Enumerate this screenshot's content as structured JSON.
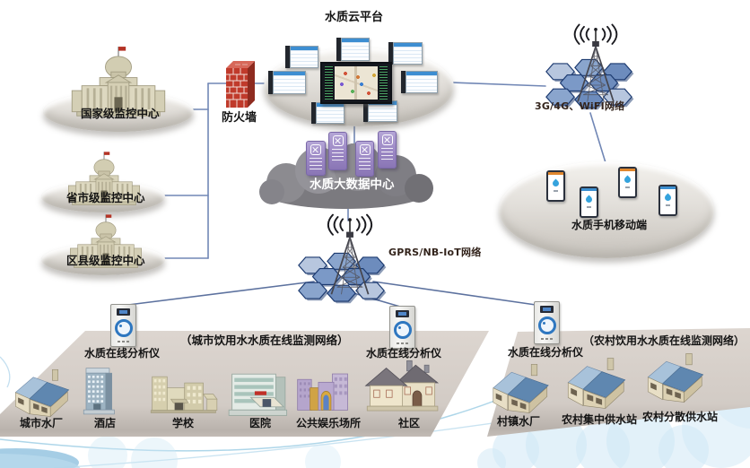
{
  "diagram_title": "水质云平台",
  "cloud_platform": {
    "label": "水质云平台"
  },
  "firewall": {
    "label": "防火墙"
  },
  "monitoring_centers": [
    {
      "label": "国家级监控中心"
    },
    {
      "label": "省市级监控中心"
    },
    {
      "label": "区县级监控中心"
    }
  ],
  "big_data_center": {
    "label": "水质大数据中心"
  },
  "wifi_network": {
    "label": "3G/4G、WiFI网络"
  },
  "gprs_network": {
    "label": "GPRS/NB-IoT网络"
  },
  "mobile_terminal": {
    "label": "水质手机移动端"
  },
  "urban_network": {
    "title": "（城市饮用水水质在线监测网络）",
    "analyzers": [
      "水质在线分析仪",
      "水质在线分析仪"
    ],
    "sites": [
      {
        "label": "城市水厂"
      },
      {
        "label": "酒店"
      },
      {
        "label": "学校"
      },
      {
        "label": "医院"
      },
      {
        "label": "公共娱乐场所"
      },
      {
        "label": "社区"
      }
    ]
  },
  "rural_network": {
    "title": "（农村饮用水水质在线监测网络）",
    "analyzer": "水质在线分析仪",
    "sites": [
      {
        "label": "村镇水厂"
      },
      {
        "label": "农村集中供水站"
      },
      {
        "label": "农村分散供水站"
      }
    ]
  },
  "colors": {
    "connector_line": "#7187b5",
    "hexagon_cell": "#6d8cbd",
    "firewall_red": "#c03a2b",
    "server_purple": "#9b87c4",
    "droplet_blue": "#35a3dd",
    "big_data_cloud": "#75747a",
    "platform_gray": "#d0c9c3"
  }
}
